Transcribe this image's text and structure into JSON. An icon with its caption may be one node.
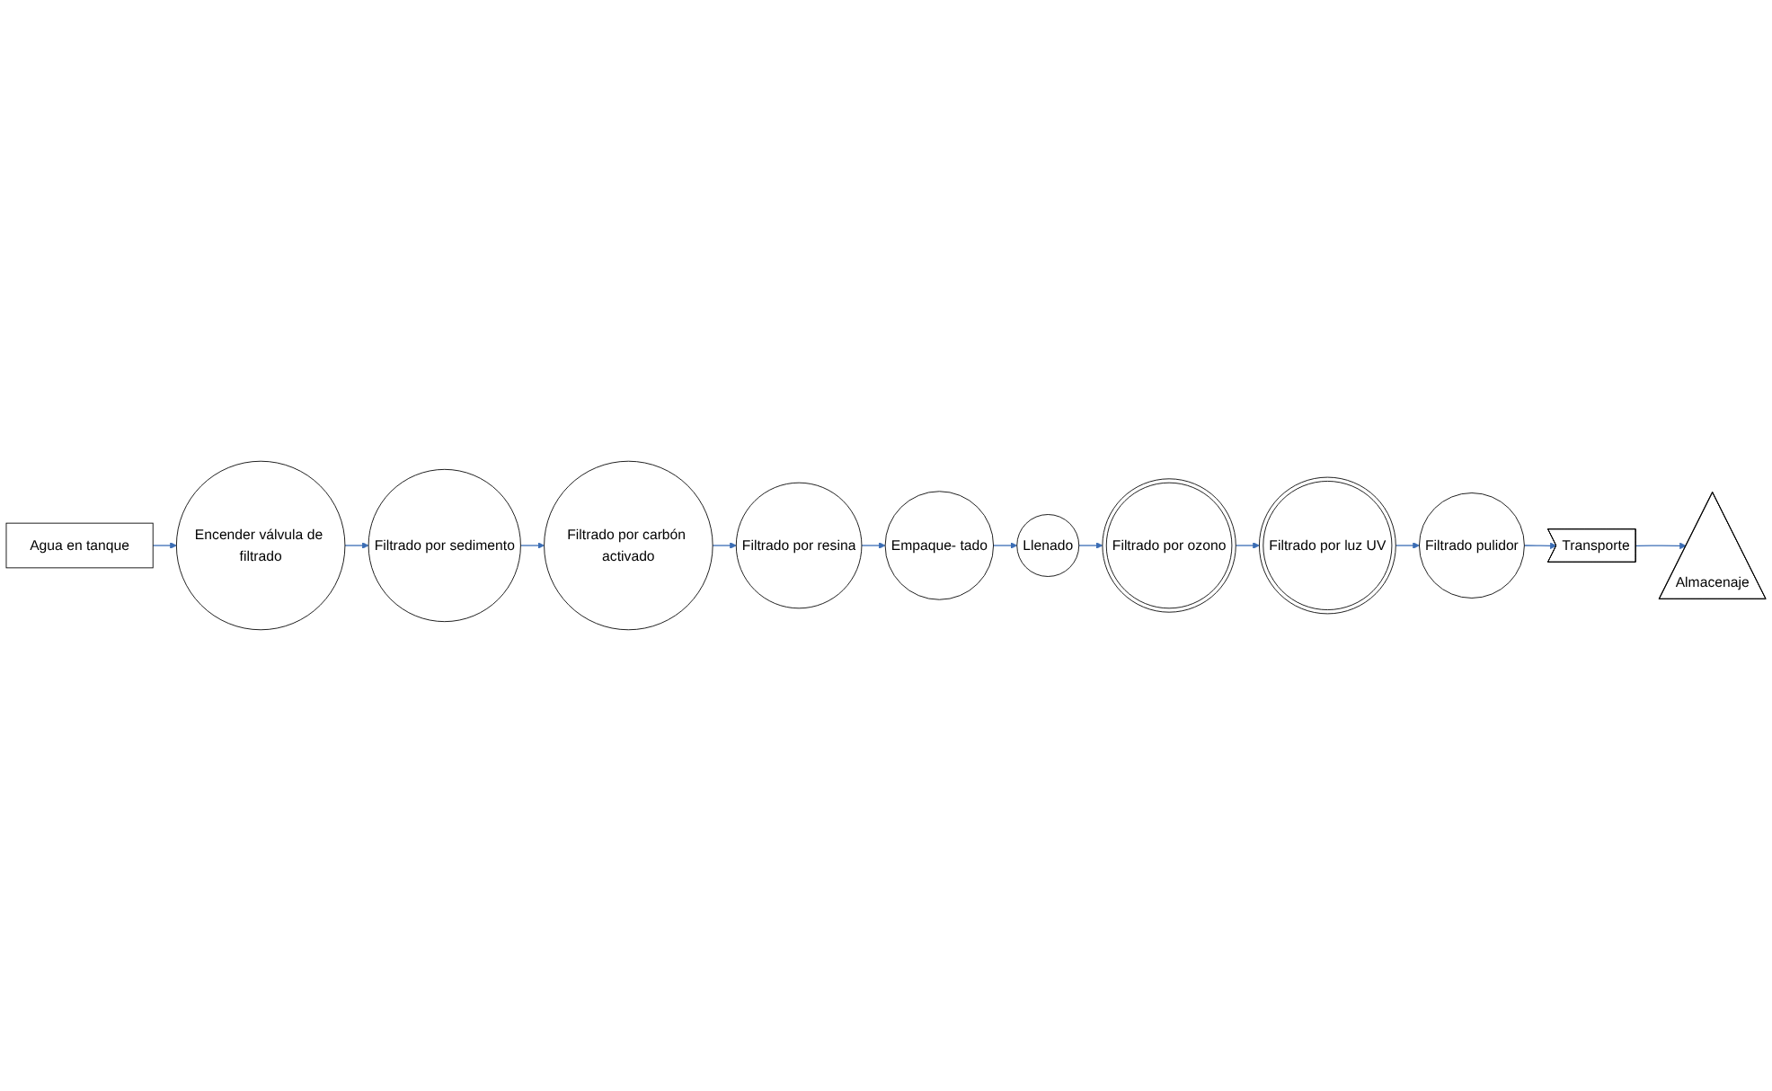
{
  "diagram": {
    "nodes": [
      {
        "text": [
          "Agua en tanque"
        ]
      },
      {
        "text": [
          "Encender válvula de filtrado"
        ]
      },
      {
        "text": [
          "Filtrado por sedimento"
        ]
      },
      {
        "text": [
          "Filtrado por carbón activado"
        ]
      },
      {
        "text": [
          "Filtrado por resina"
        ]
      },
      {
        "text": [
          "Empaque- tado"
        ]
      },
      {
        "text": [
          "Llenado"
        ]
      },
      {
        "text": [
          "Filtrado por ozono"
        ]
      },
      {
        "text": [
          "Filtrado por luz UV"
        ]
      },
      {
        "text": [
          "Filtrado pulidor"
        ]
      },
      {
        "text": [
          "Transporte"
        ]
      },
      {
        "text": [
          "Almacenaje"
        ]
      }
    ],
    "edges": [
      {
        "from": 0,
        "to": 1,
        "arrow": "to"
      },
      {
        "from": 1,
        "to": 2,
        "arrow": "to"
      },
      {
        "from": 2,
        "to": 3,
        "arrow": "to"
      },
      {
        "from": 3,
        "to": 4,
        "arrow": "to"
      },
      {
        "from": 4,
        "to": 5,
        "arrow": "to"
      },
      {
        "from": 5,
        "to": 6,
        "arrow": "to"
      },
      {
        "from": 6,
        "to": 7,
        "arrow": "to"
      },
      {
        "from": 7,
        "to": 8,
        "arrow": "to"
      },
      {
        "from": 8,
        "to": 9,
        "arrow": "to"
      },
      {
        "from": 9,
        "to": 10,
        "arrow": "to"
      },
      {
        "from": 10,
        "to": 11,
        "arrow": "to"
      }
    ]
  }
}
